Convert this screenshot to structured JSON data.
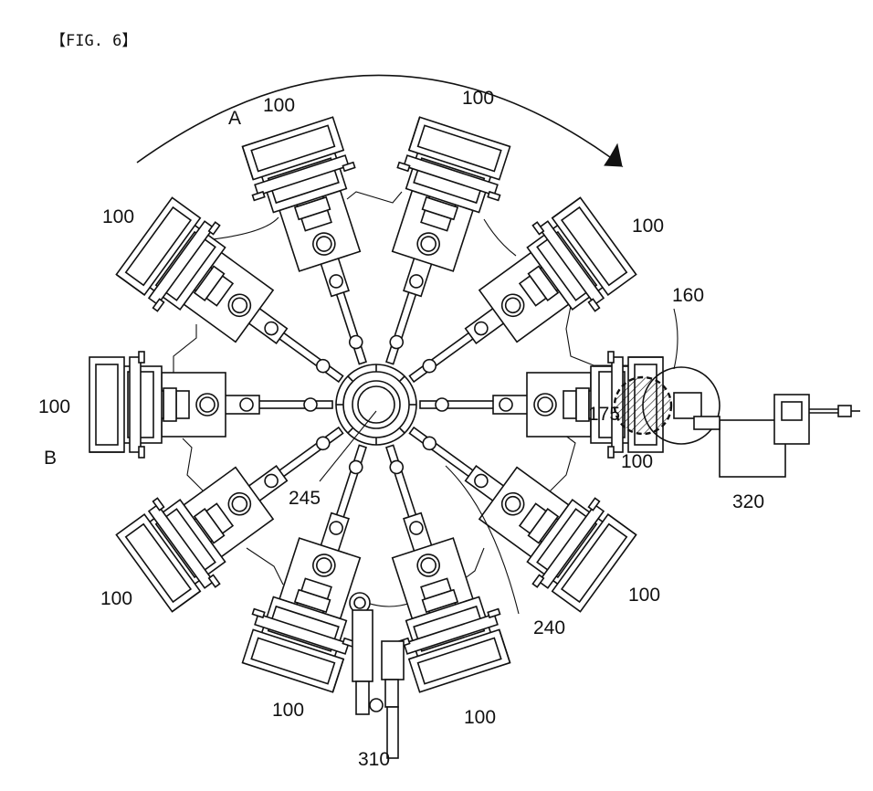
{
  "figure": {
    "title": "【FIG. 6】",
    "labels": {
      "rotation_direction": "A",
      "station_b": "B",
      "station_unit": "100",
      "engaging_region": "160",
      "engaging_member": "175",
      "central_hub": "245",
      "arm": "240",
      "lower_device": "310",
      "right_device": "320"
    }
  }
}
